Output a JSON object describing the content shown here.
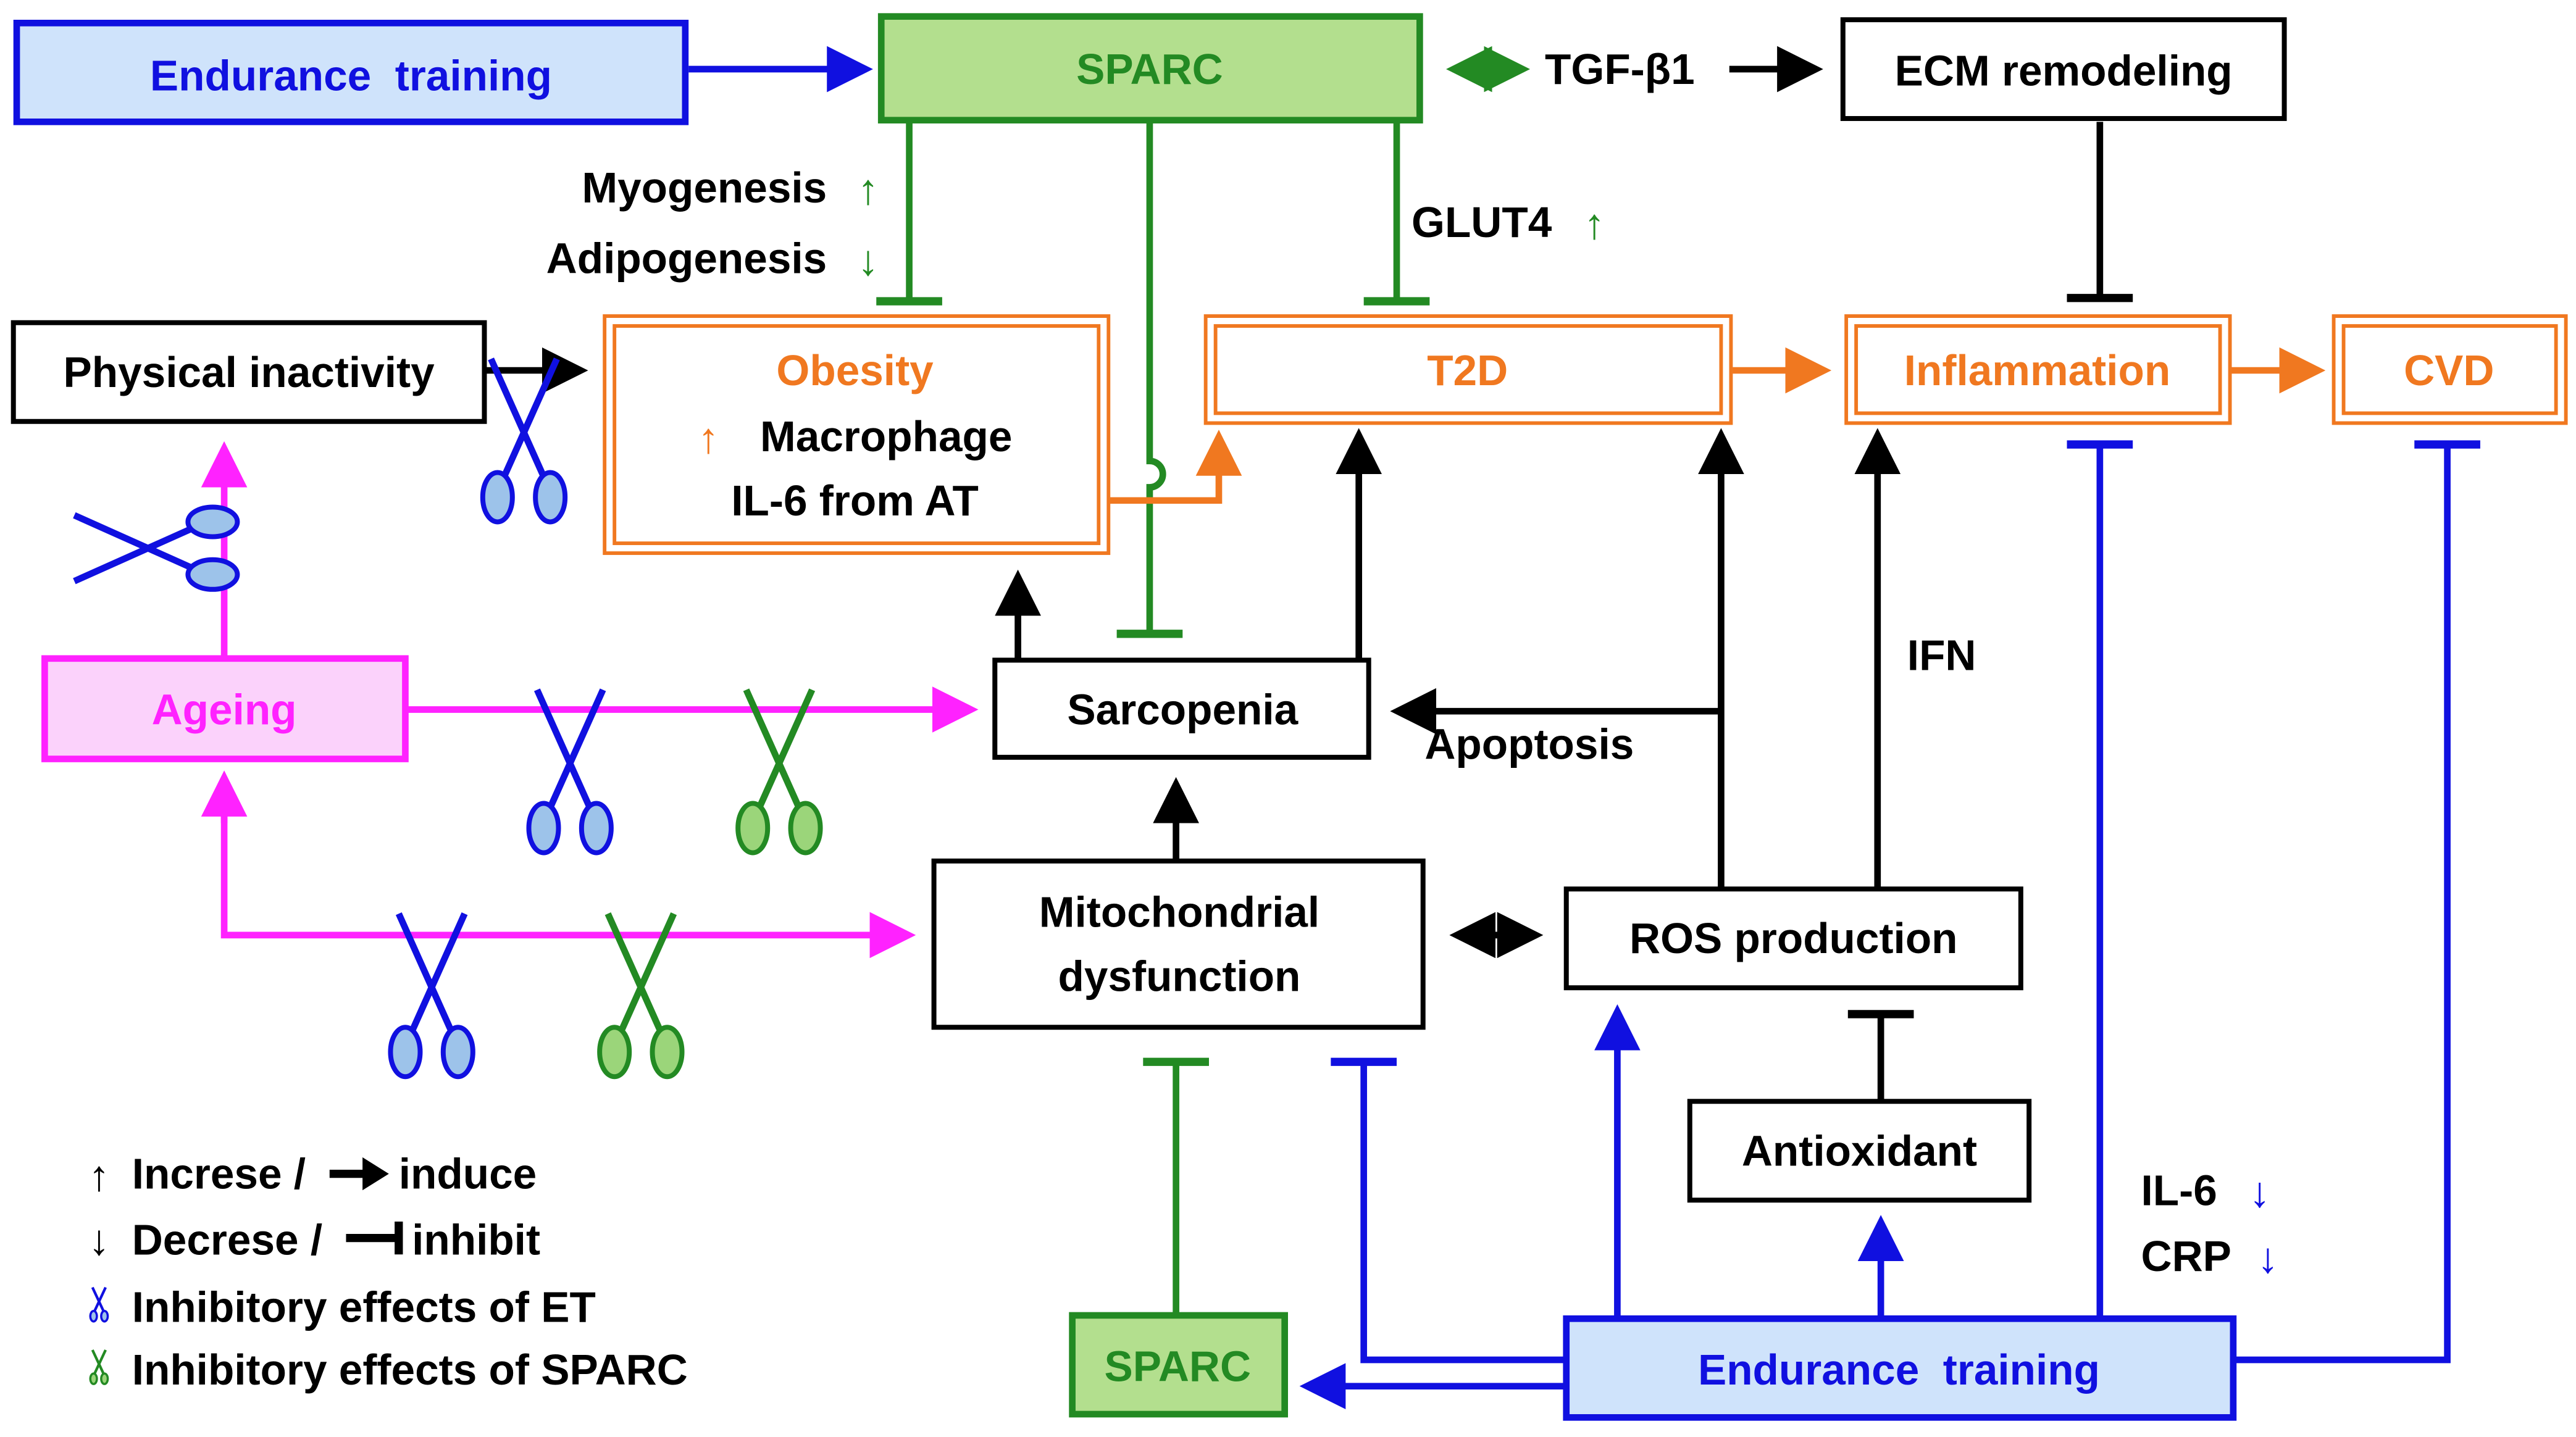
{
  "colors": {
    "blue": "#1010e0",
    "green": "#238a23",
    "orange": "#f07820",
    "magenta": "#ff22ff",
    "black": "#000000",
    "light_blue_fill": "#cfe3fb",
    "light_green_fill": "#b3df8e",
    "light_pink_fill": "#fbd2fb",
    "scissor_blue_fill": "#9dc3ea",
    "scissor_green_fill": "#9bd57a"
  },
  "boxes": {
    "endurance_training_top": "Endurance  training",
    "sparc_top": "SPARC",
    "ecm_remodeling": "ECM remodeling",
    "physical_inactivity": "Physical inactivity",
    "obesity": "Obesity",
    "obesity_macrophage": "Macrophage",
    "obesity_il6": "IL-6 from AT",
    "t2d": "T2D",
    "inflammation": "Inflammation",
    "cvd": "CVD",
    "ageing": "Ageing",
    "sarcopenia": "Sarcopenia",
    "mito_line1": "Mitochondrial",
    "mito_line2": "dysfunction",
    "ros_production": "ROS production",
    "antioxidant": "Antioxidant",
    "sparc_bottom": "SPARC",
    "endurance_training_bottom": "Endurance  training"
  },
  "labels": {
    "tgf": "TGF-β1",
    "myogenesis": "Myogenesis",
    "adipogenesis": "Adipogenesis",
    "glut4": "GLUT4",
    "apoptosis": "Apoptosis",
    "ifn": "IFN",
    "il6": "IL-6",
    "crp": "CRP"
  },
  "legend": {
    "line1_a": "Increse /",
    "line1_b": "induce",
    "line2_a": "Decrese /",
    "line2_b": "inhibit",
    "line3": "Inhibitory effects of ET",
    "line4": "Inhibitory effects of SPARC"
  }
}
